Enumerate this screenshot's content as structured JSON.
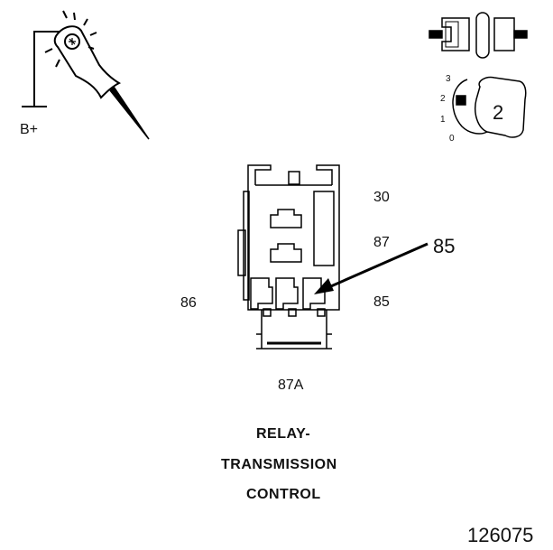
{
  "tester": {
    "supply_label": "B+"
  },
  "ignition": {
    "positions": [
      "3",
      "2",
      "1",
      "0"
    ],
    "selected_position": "2"
  },
  "connector": {
    "terminal_labels": {
      "t30": "30",
      "t87": "87",
      "t85": "85",
      "t86": "86",
      "t87a": "87A"
    },
    "pointer_label": "85"
  },
  "caption": {
    "line1": "RELAY-",
    "line2": "TRANSMISSION",
    "line3": "CONTROL"
  },
  "figure_number": "126075"
}
